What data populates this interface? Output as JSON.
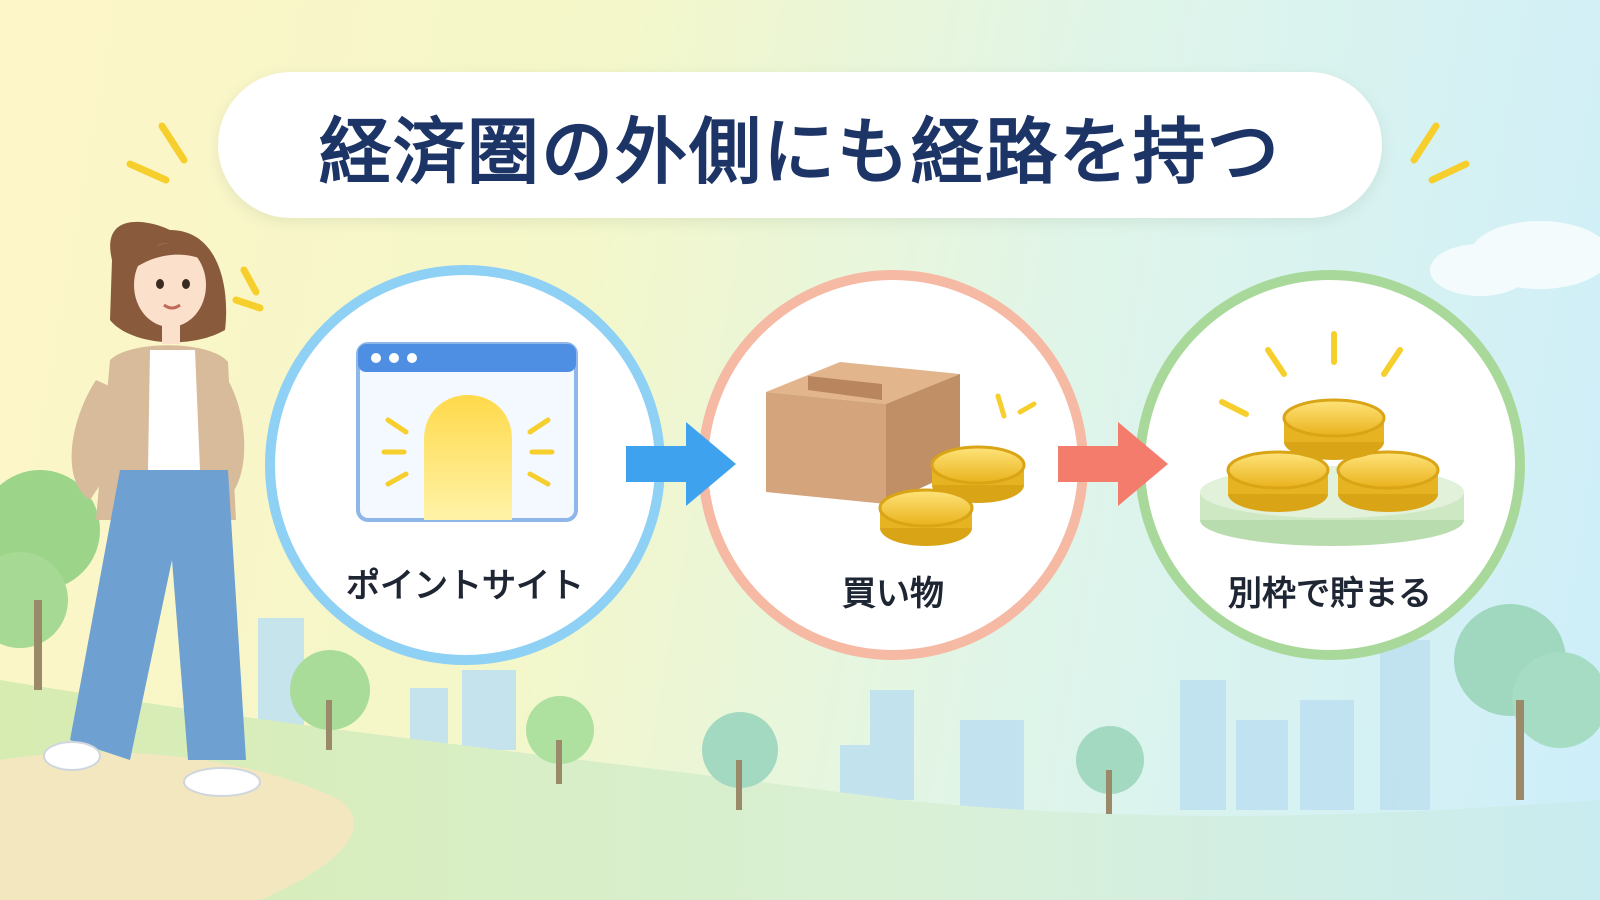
{
  "title": "経済圏の外側にも経路を持つ",
  "steps": [
    {
      "label": "ポイントサイト",
      "icon": "browser-portal-icon",
      "ring_color": "#8fd0f5"
    },
    {
      "label": "買い物",
      "icon": "box-coins-icon",
      "ring_color": "#f6b9a3"
    },
    {
      "label": "別枠で貯まる",
      "icon": "coin-stack-icon",
      "ring_color": "#a9d99a"
    }
  ],
  "arrows": [
    {
      "icon": "arrow-right-icon",
      "color": "#3fa2ee"
    },
    {
      "icon": "arrow-right-icon",
      "color": "#f47c6c"
    }
  ],
  "colors": {
    "title_text": "#1c3466",
    "accent_yellow": "#f7cf2c"
  }
}
